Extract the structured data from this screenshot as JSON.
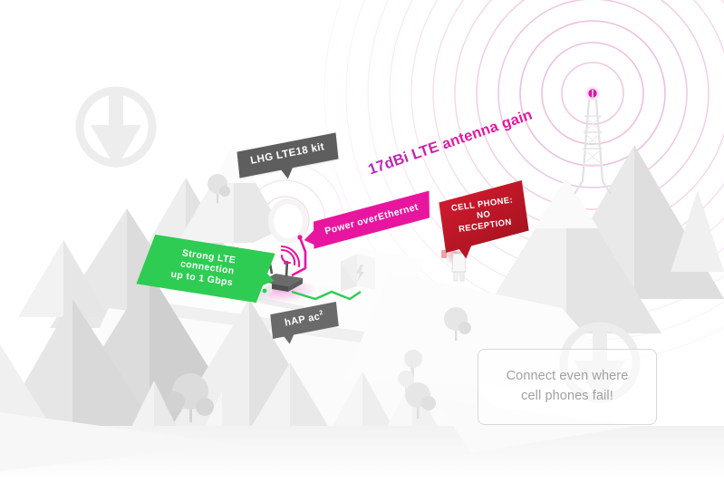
{
  "scene": {
    "title": "MikroTik LTE connectivity isometric illustration",
    "background_color": "#ffffff"
  },
  "labels": {
    "lhg_kit": "LHG LTE18 kit",
    "hap_router": "hAP ac",
    "hap_router_sup": "2",
    "strong_lte_line1": "Strong LTE connection",
    "strong_lte_line2": "up to 1 Gbps",
    "power_over_ethernet": "Power overEthernet",
    "cell_phone_line1": "CELL PHONE:",
    "cell_phone_line2": "NO RECEPTION",
    "antenna_gain": "17dBi LTE antenna gain"
  },
  "tagline": {
    "line1": "Connect even where",
    "line2": "cell phones fail!"
  },
  "colors": {
    "green": "#2ecc52",
    "magenta": "#e8169f",
    "red": "#c2182c",
    "grey_tag": "#5e5e5e",
    "purple": "#b327c4",
    "tower_dot": "#e010a8",
    "terrain_light": "#f4f4f4",
    "terrain_mid": "#e6e6e6",
    "terrain_dark": "#d6d6d6",
    "tagline_text": "#a0a0a0",
    "watermark": "#ededed"
  },
  "icons": {
    "watermark_top_left": "brand-watermark-icon",
    "watermark_bottom_right": "brand-watermark-icon",
    "wifi": "wifi-signal-icon",
    "tower": "cell-tower-icon",
    "power": "lightning-bolt-icon",
    "person": "person-with-phone-icon",
    "tree": "tree-icon"
  }
}
